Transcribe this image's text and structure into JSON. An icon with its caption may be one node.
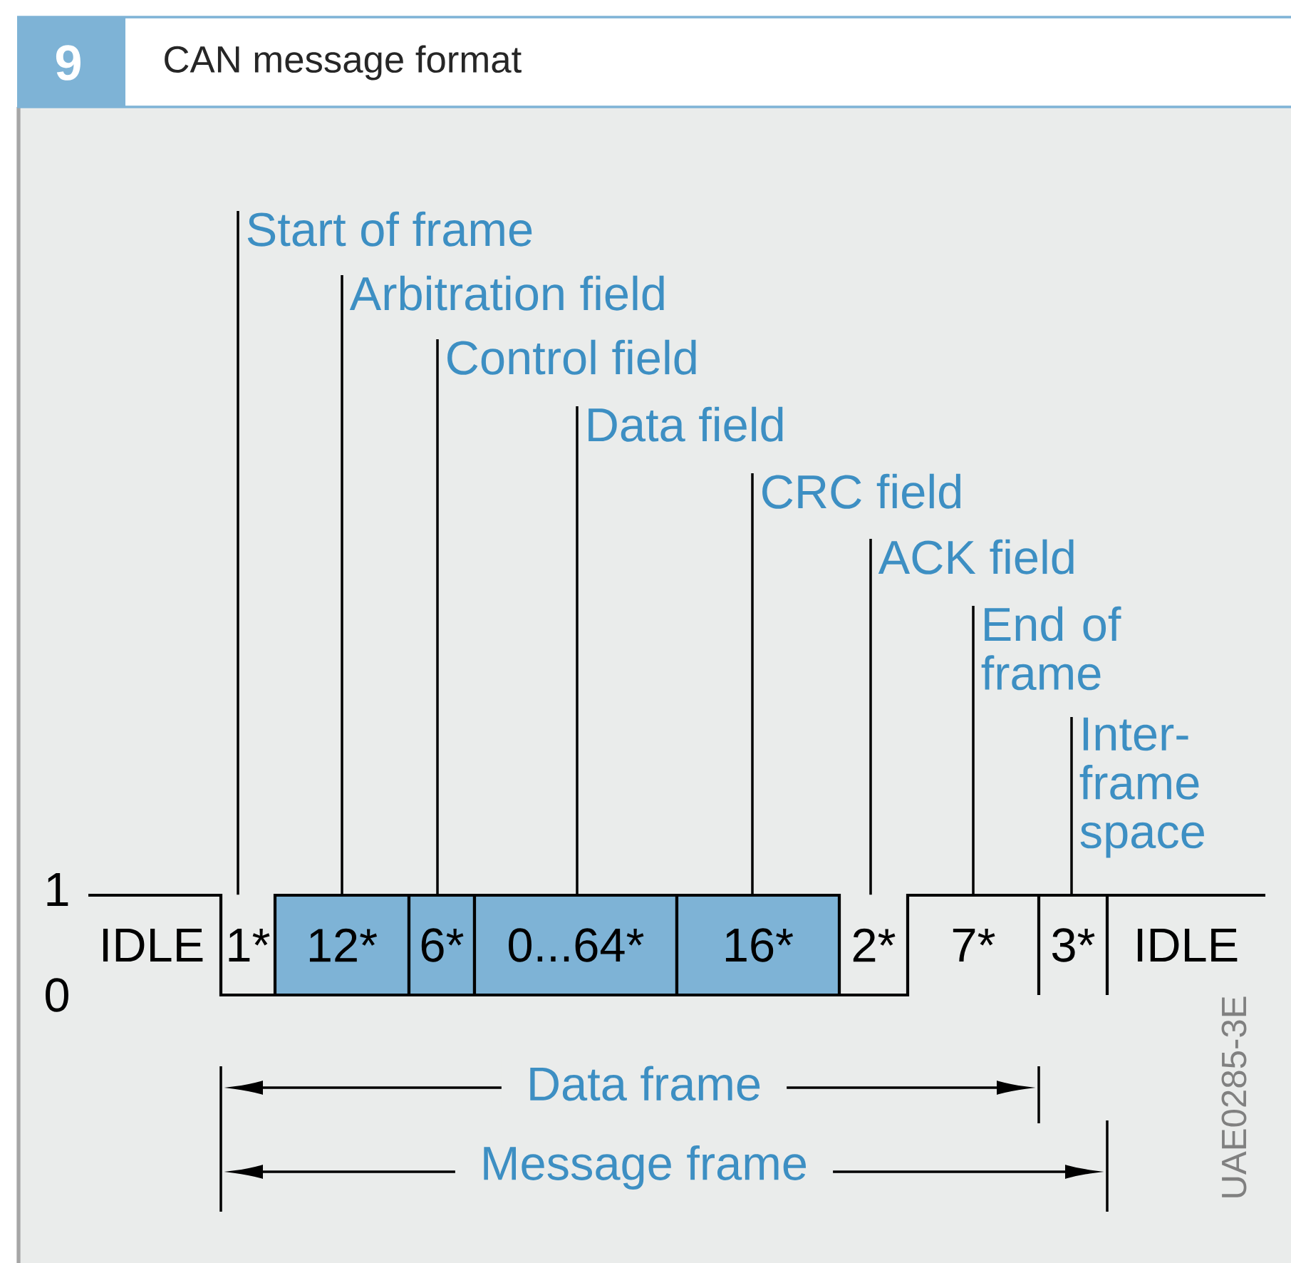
{
  "diagram": {
    "title": "CAN message format",
    "nodes": [
      {
        "text": [
          "Start of frame"
        ]
      },
      {
        "text": [
          "Arbitration field"
        ]
      },
      {
        "text": [
          "Control field"
        ]
      },
      {
        "text": [
          "Data field"
        ]
      },
      {
        "text": [
          "CRC field"
        ]
      },
      {
        "text": [
          "ACK field"
        ]
      },
      {
        "text": [
          "End of frame"
        ]
      },
      {
        "text": [
          "Inter-frame space"
        ]
      },
      {
        "text": [
          "IDLE"
        ]
      },
      {
        "text": [
          "1*"
        ]
      },
      {
        "text": [
          "12*"
        ]
      },
      {
        "text": [
          "6*"
        ]
      },
      {
        "text": [
          "0...64*"
        ]
      },
      {
        "text": [
          "16*"
        ]
      },
      {
        "text": [
          "2*"
        ]
      },
      {
        "text": [
          "7*"
        ]
      },
      {
        "text": [
          "3*"
        ]
      },
      {
        "text": [
          "IDLE"
        ]
      }
    ],
    "edges": [
      {
        "from": 0,
        "to": 9,
        "arrow": "none"
      },
      {
        "from": 1,
        "to": 10,
        "arrow": "none"
      },
      {
        "from": 2,
        "to": 11,
        "arrow": "none"
      },
      {
        "from": 3,
        "to": 12,
        "arrow": "none"
      },
      {
        "from": 4,
        "to": 13,
        "arrow": "none"
      },
      {
        "from": 5,
        "to": 14,
        "arrow": "none"
      },
      {
        "from": 6,
        "to": 15,
        "arrow": "none"
      },
      {
        "from": 7,
        "to": 16,
        "arrow": "none"
      }
    ],
    "labels": [
      "9",
      "1",
      "0",
      "Data frame",
      "Message frame",
      "UAE0285-3E"
    ]
  }
}
